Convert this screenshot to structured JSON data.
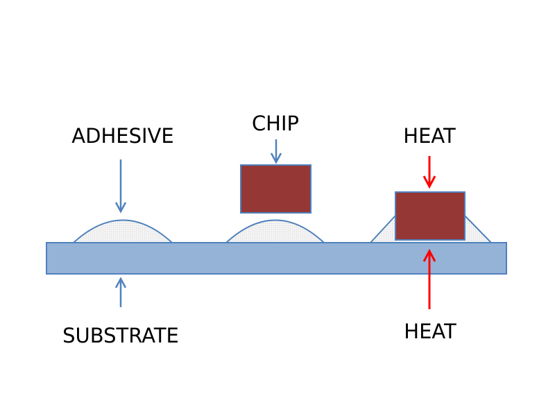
{
  "labels": {
    "adhesive": "ADHESIVE",
    "chip": "CHIP",
    "heat_top": "HEAT",
    "heat_bottom": "HEAT",
    "substrate": "SUBSTRATE"
  },
  "colors": {
    "background": "#ffffff",
    "substrate_fill": "#95b3d7",
    "outline": "#4f81bd",
    "blue_arrow": "#4f81bd",
    "red_arrow": "#ff0000",
    "chip_fill": "#953735",
    "adhesive_fill": "#f2f2f2"
  }
}
